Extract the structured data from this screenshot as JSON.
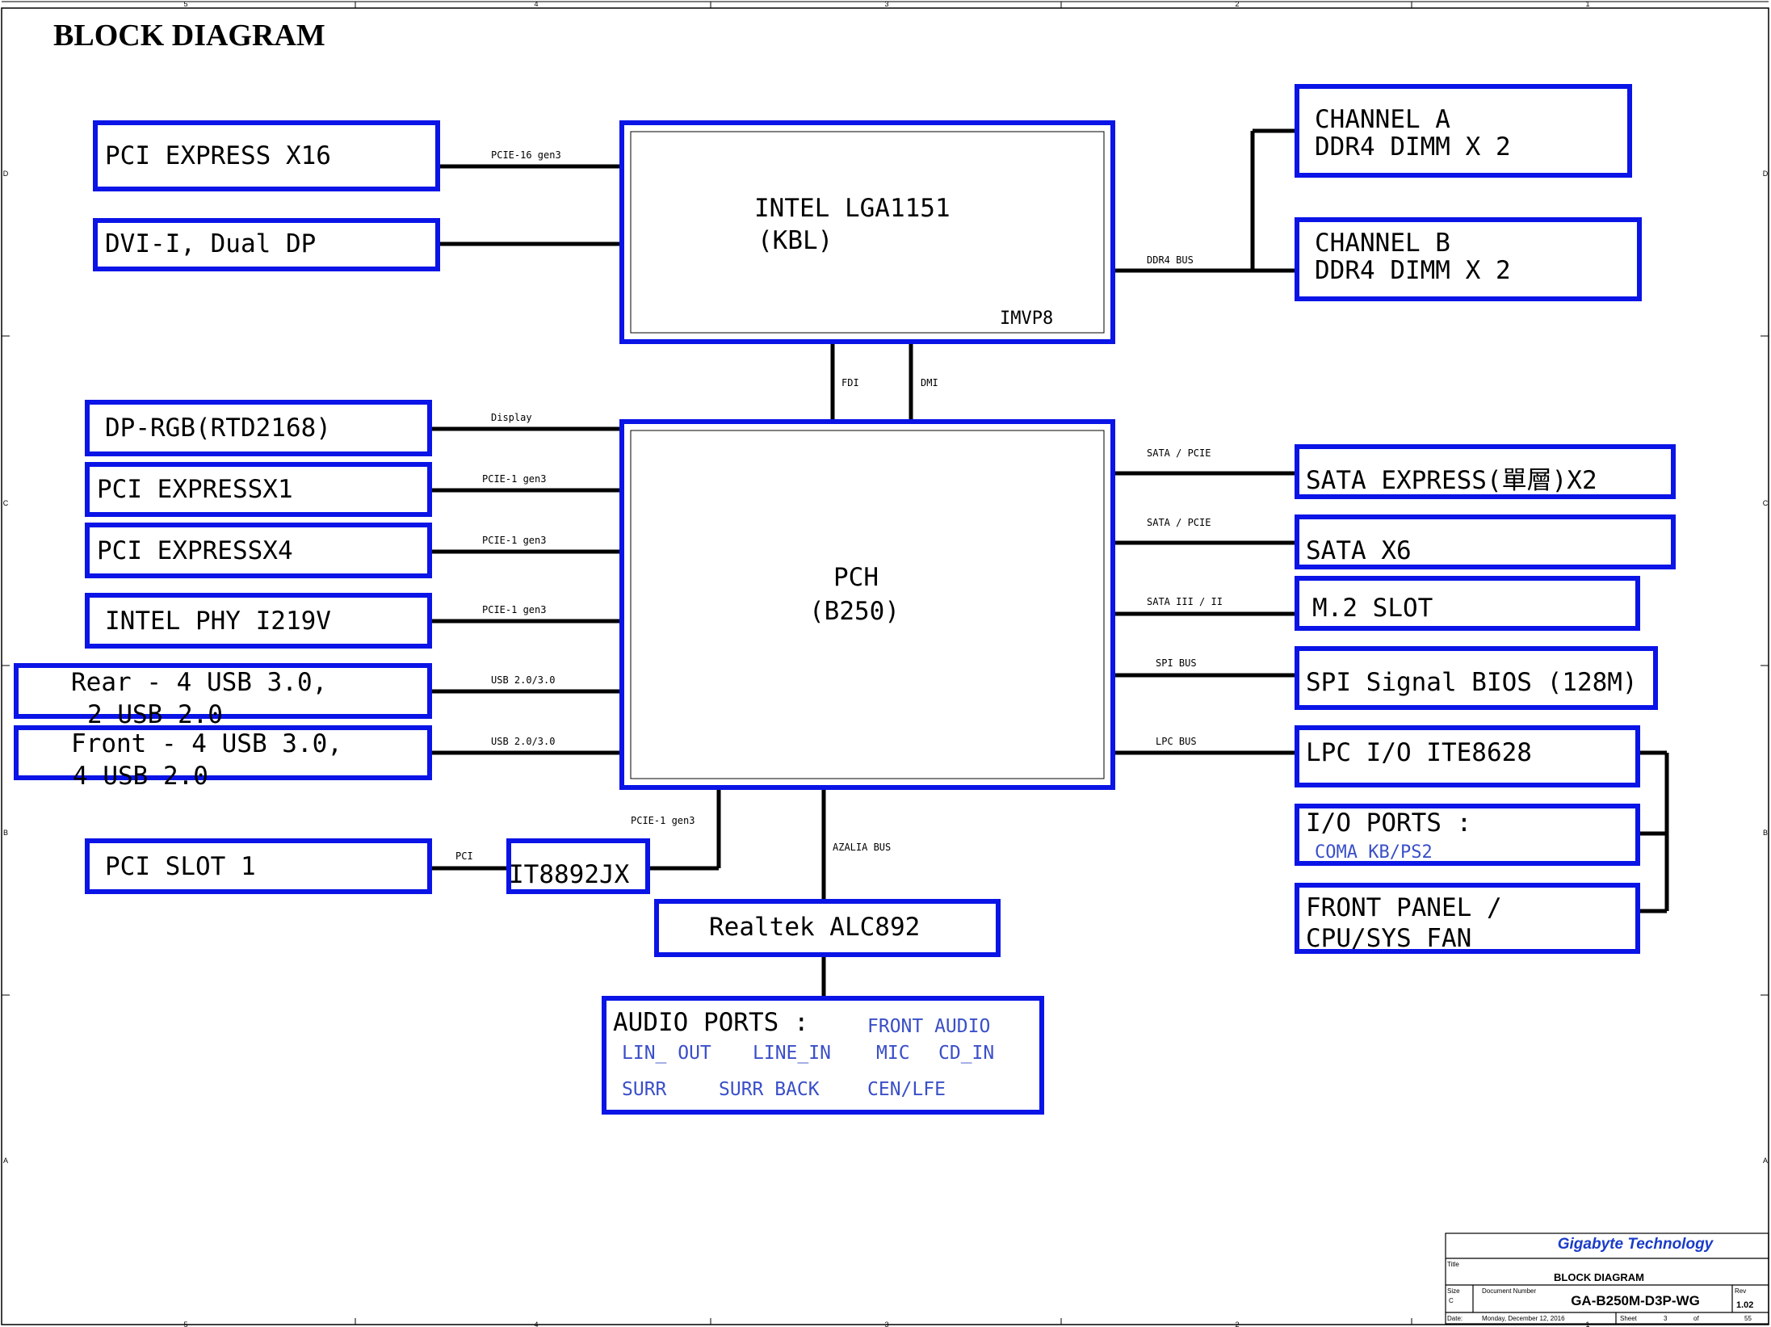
{
  "title": "BLOCK DIAGRAM",
  "colors": {
    "box": "#0a14e6",
    "line": "#000000",
    "note": "#3a4fc8",
    "frame": "#000000"
  },
  "border": {
    "top_labels": [
      "5",
      "4",
      "3",
      "2",
      "1"
    ],
    "bottom_labels": [
      "5",
      "4",
      "3",
      "2",
      "1"
    ],
    "left_labels": [
      "D",
      "C",
      "B",
      "A"
    ],
    "right_labels": [
      "D",
      "C",
      "B",
      "A"
    ]
  },
  "blocks": {
    "pcie_x16": "PCI EXPRESS X16",
    "dvi": "DVI-I, Dual DP",
    "cpu": {
      "line1": "INTEL LGA1151",
      "line2": "(KBL)",
      "sub": "IMVP8"
    },
    "ch_a": {
      "line1": "CHANNEL A",
      "line2": "DDR4  DIMM X 2"
    },
    "ch_b": {
      "line1": "CHANNEL B",
      "line2": "DDR4 DIMM X 2"
    },
    "dp_rgb": "DP-RGB(RTD2168)",
    "pcie_x1": "PCI EXPRESSX1",
    "pcie_x4": "PCI EXPRESSX4",
    "phy": "INTEL PHY I219V",
    "rear_usb": {
      "line1": "Rear - 4 USB 3.0,",
      "line2": "2 USB 2.0"
    },
    "front_usb": {
      "line1": "Front - 4 USB 3.0,",
      "line2": "4 USB 2.0"
    },
    "pch": {
      "line1": "PCH",
      "line2": "(B250)"
    },
    "sata_express": "SATA EXPRESS(單層)X2",
    "sata_x6": "SATA X6",
    "m2": "M.2 SLOT",
    "spi": "SPI Signal BIOS (128M)",
    "lpc": "LPC I/O ITE8628",
    "io_ports": {
      "line1": "I/O PORTS :",
      "line2": "COMA  KB/PS2"
    },
    "front_panel": {
      "line1": "FRONT PANEL /",
      "line2": "CPU/SYS FAN"
    },
    "pci_slot": "PCI SLOT 1",
    "it8892": "IT8892JX",
    "realtek": "Realtek ALC892",
    "audio": {
      "line1": "AUDIO PORTS :",
      "front_audio": "FRONT AUDIO",
      "lin_out": "LIN_ OUT",
      "line_in": "LINE_IN",
      "mic": "MIC",
      "cd_in": "CD_IN",
      "surr": "SURR",
      "surr_back": "SURR BACK",
      "cen_lfe": "CEN/LFE"
    }
  },
  "bus_labels": {
    "pcie16": "PCIE-16 gen3",
    "ddr4": "DDR4 BUS",
    "fdi": "FDI",
    "dmi": "DMI",
    "display": "Display",
    "pcie1_a": "PCIE-1 gen3",
    "pcie1_b": "PCIE-1 gen3",
    "pcie1_c": "PCIE-1 gen3",
    "usb_a": "USB 2.0/3.0",
    "usb_b": "USB 2.0/3.0",
    "sata_pcie_a": "SATA / PCIE",
    "sata_pcie_b": "SATA / PCIE",
    "sata3": "SATA III / II",
    "spi_bus": "SPI BUS",
    "lpc_bus": "LPC BUS",
    "pcie1_it": "PCIE-1 gen3",
    "pci": "PCI",
    "azalia": "AZALIA BUS"
  },
  "title_block": {
    "company": "Gigabyte Technology",
    "title_label": "Title",
    "title": "BLOCK DIAGRAM",
    "size_label": "Size",
    "size_value": "C",
    "docnum_label": "Document Number",
    "docnum": "GA-B250M-D3P-WG",
    "rev_label": "Rev",
    "rev": "1.02",
    "date_label": "Date:",
    "date": "Monday, December 12, 2016",
    "sheet_label": "Sheet",
    "sheet": "3",
    "of_label": "of",
    "total": "55"
  }
}
